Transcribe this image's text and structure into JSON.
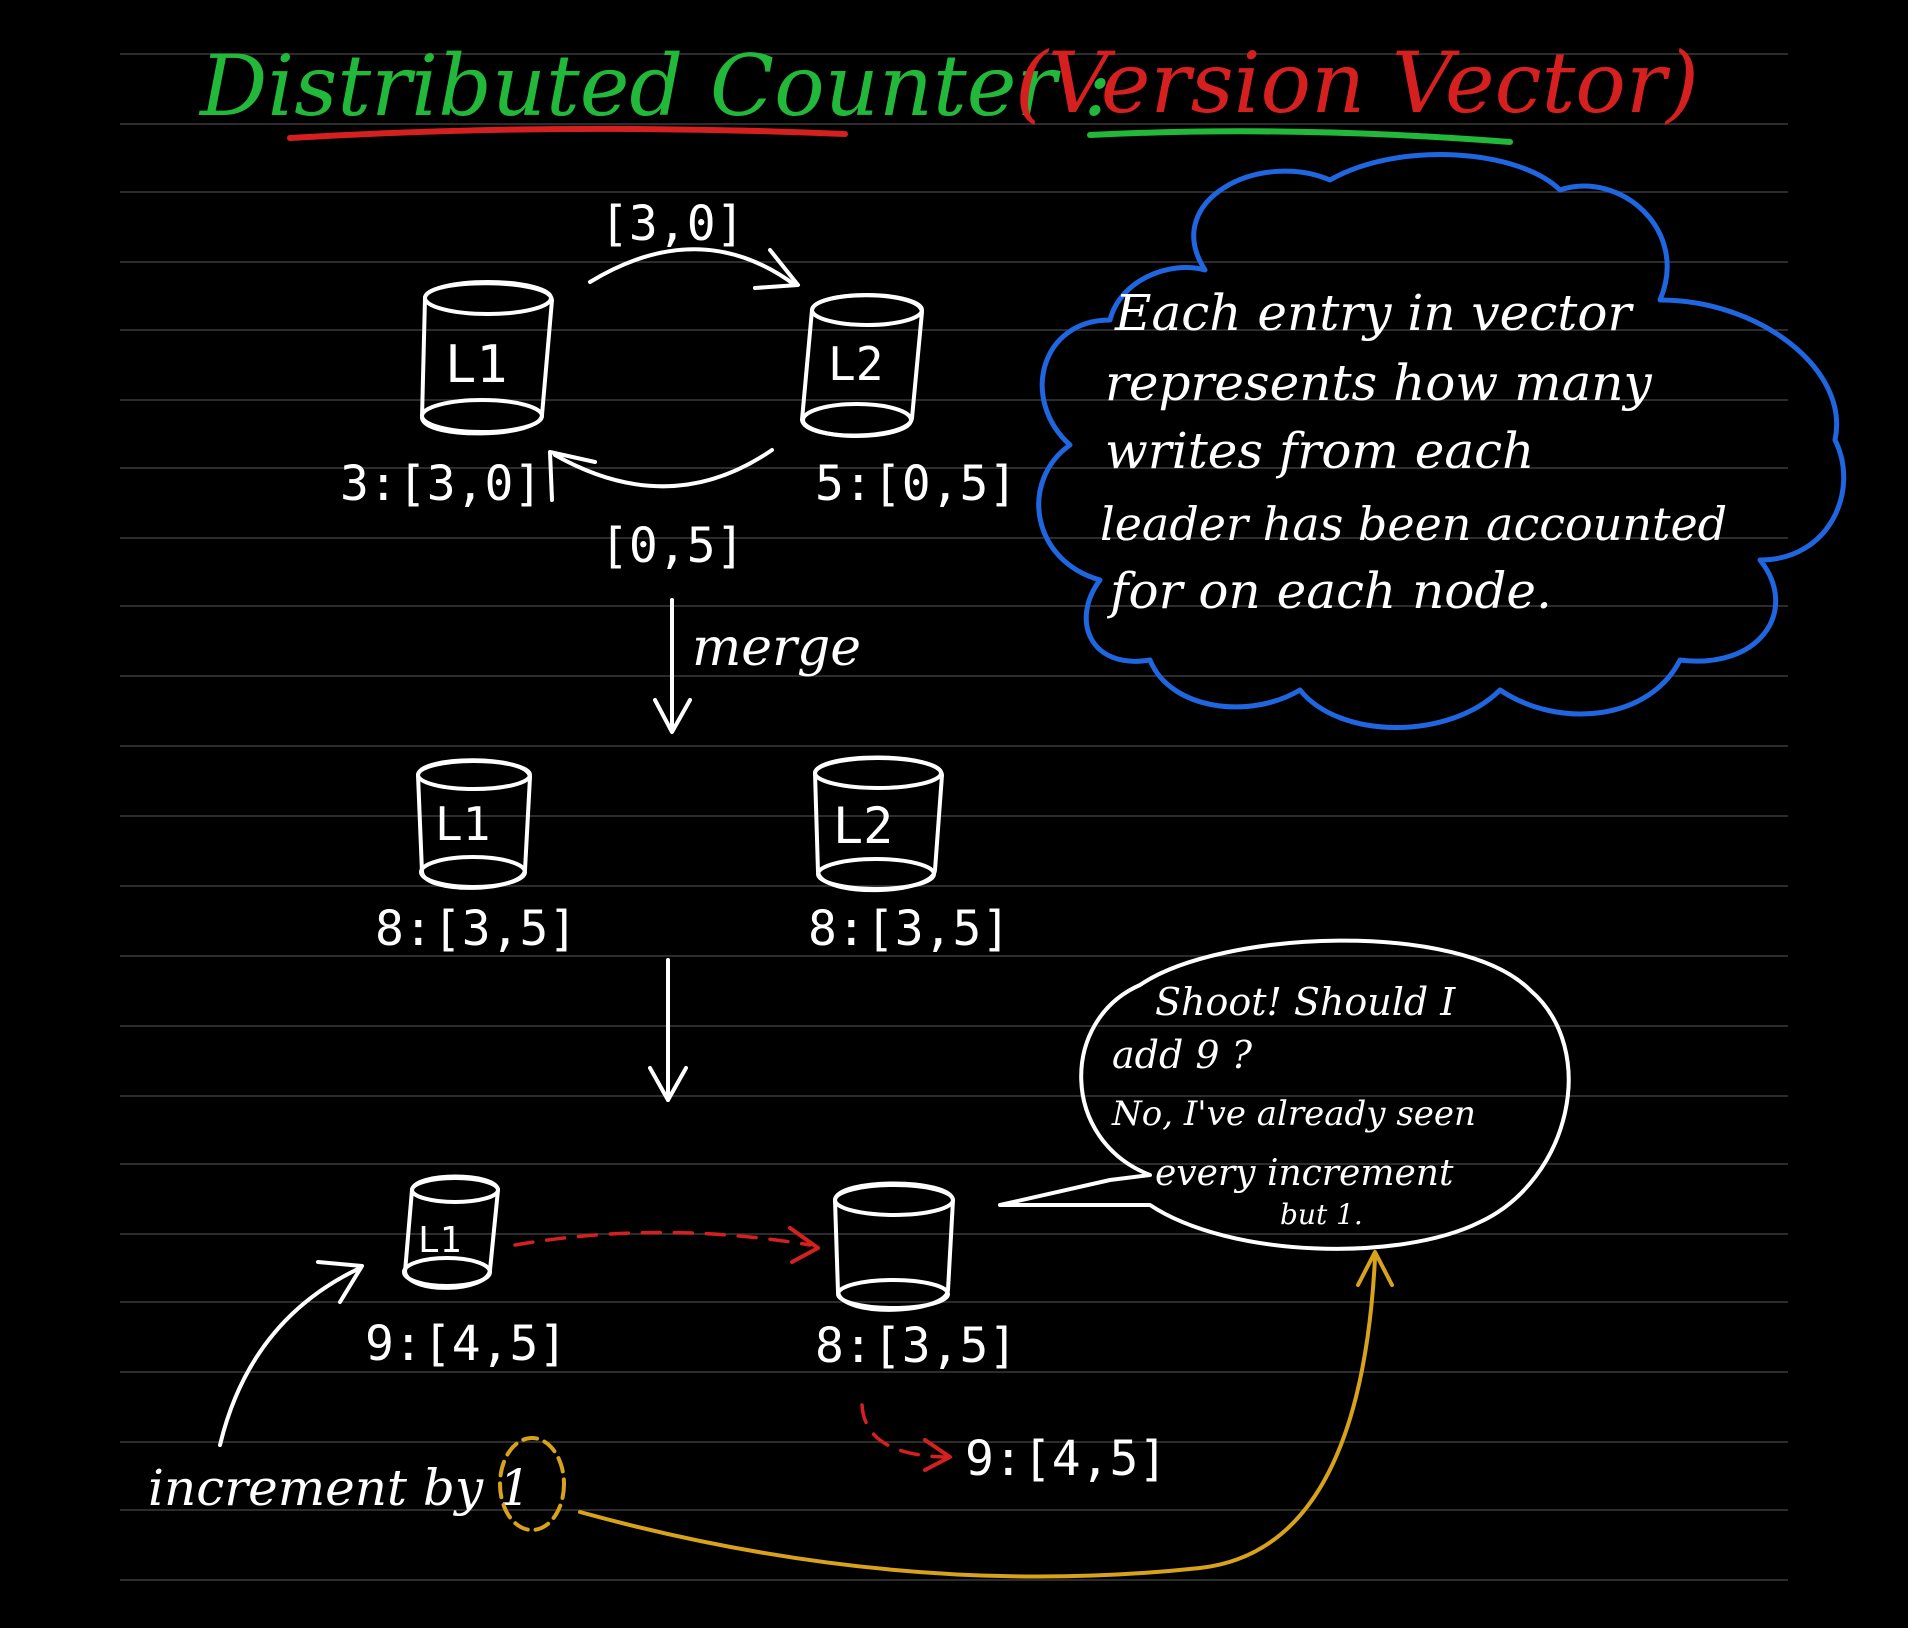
{
  "title": {
    "part1": "Distributed Counter :",
    "part2": "(Version Vector)",
    "color1": "#22b83a",
    "color2": "#d62020",
    "underline1": "#d62020",
    "underline2": "#22b83a"
  },
  "stage1": {
    "l1_label": "L1",
    "l2_label": "L2",
    "l1_state": "3:[3,0]",
    "l2_state": "5:[0,5]",
    "send_top": "[3,0]",
    "send_bottom": "[0,5]"
  },
  "merge_label": "merge",
  "stage2": {
    "l1_label": "L1",
    "l2_label": "L2",
    "l1_state": "8:[3,5]",
    "l2_state": "8:[3,5]"
  },
  "stage3": {
    "l1_label": "L1",
    "l1_state": "9:[4,5]",
    "l2_state": "8:[3,5]",
    "l2_new_state": "9:[4,5]",
    "increment_label": "increment by 1"
  },
  "cloud_note": {
    "lines": [
      "Each entry in vector",
      "represents how many",
      "writes from each",
      "leader has been accounted",
      "for on each node."
    ],
    "color": "#1f66e0"
  },
  "speech_bubble": {
    "lines": [
      "Shoot! Should I",
      "add 9 ?",
      "No, I've already seen",
      "every increment",
      "but 1."
    ]
  },
  "colors": {
    "background": "#000000",
    "ink": "#ffffff",
    "red": "#d62020",
    "gold": "#d9a21b"
  }
}
